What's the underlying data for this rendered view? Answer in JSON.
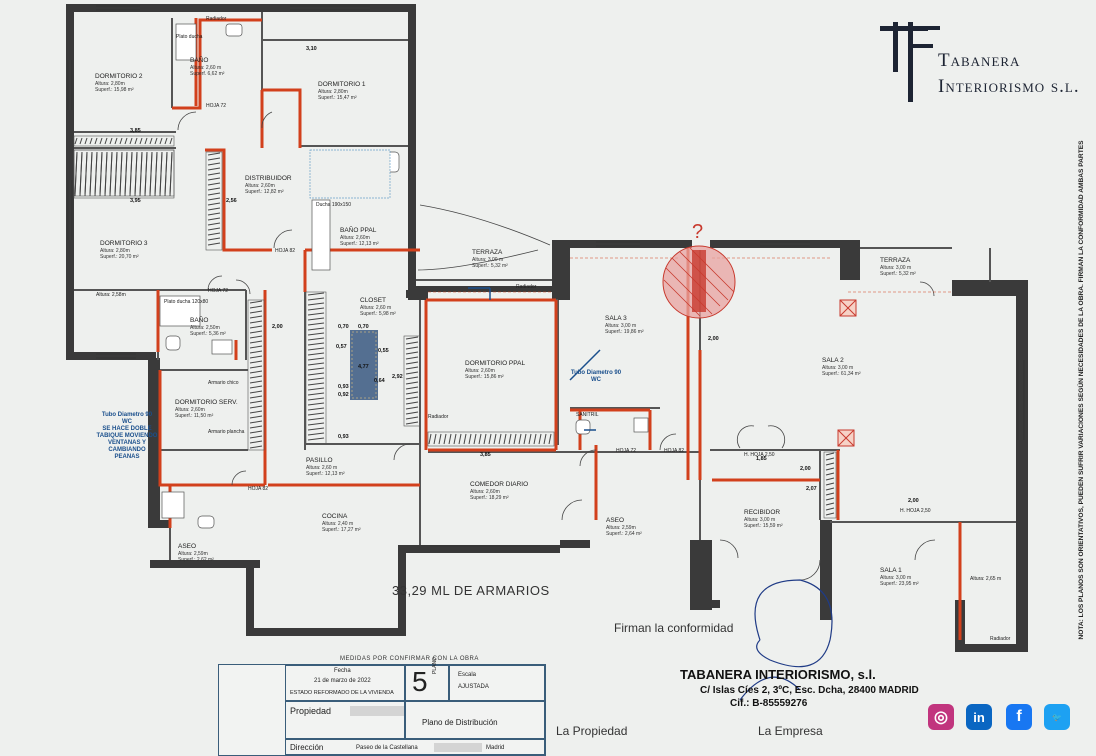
{
  "brand": {
    "line1": "Tabanera",
    "line2": "Interiorismo s.l."
  },
  "side_note": "NOTA: LOS PLANOS SON ORIENTATIVOS, PUEDEN SUFRIR VARIACIONES SEGÚN NECESIDADES DE LA OBRA. FIRMAN LA CONFORMIDAD AMBAS PARTES",
  "rooms": [
    {
      "name": "DORMITORIO 2",
      "details": [
        "Altura: 2,80m",
        "Superf.: 15,98 m²"
      ]
    },
    {
      "name": "BAÑO",
      "details": [
        "Altura: 2,60 m",
        "Superf. 6,62 m²"
      ]
    },
    {
      "name": "DORMITORIO 1",
      "details": [
        "Altura: 2,80m",
        "Superf.: 15,47 m²"
      ]
    },
    {
      "name": "DISTRIBUIDOR",
      "details": [
        "Altura: 2,60m",
        "Superf.: 12,82 m²"
      ]
    },
    {
      "name": "DORMITORIO 3",
      "details": [
        "Altura: 2,80m",
        "Superf.: 20,70 m²"
      ]
    },
    {
      "name": "BAÑO PPAL",
      "details": [
        "Altura: 2,60m",
        "Superf.: 12,13 m²"
      ]
    },
    {
      "name": "TERRAZA",
      "details": [
        "Altura: 3,00 m",
        "Superf.: 5,32 m²"
      ]
    },
    {
      "name": "CLOSET",
      "details": [
        "Altura: 2,60 m",
        "Superf.: 5,98 m²"
      ]
    },
    {
      "name": "BAÑO",
      "details": [
        "Altura: 2,50m",
        "Superf.: 5,36 m²"
      ]
    },
    {
      "name": "DORMITORIO SERV.",
      "details": [
        "Altura: 2,60m",
        "Superf.: 11,50 m²"
      ]
    },
    {
      "name": "DORMITORIO PPAL",
      "details": [
        "Altura: 2,60m",
        "Superf.: 15,86 m²"
      ]
    },
    {
      "name": "SALA 3",
      "details": [
        "Altura: 3,00 m",
        "Superf.: 19,86 m²"
      ]
    },
    {
      "name": "SALA 2",
      "details": [
        "Altura: 3,00 m",
        "Superf.: 61,34 m²"
      ]
    },
    {
      "name": "TERRAZA",
      "details": [
        "Altura: 3,00 m",
        "Superf.: 5,32 m²"
      ]
    },
    {
      "name": "PASILLO",
      "details": [
        "Altura: 2,60 m",
        "Superf.: 12,13 m²"
      ]
    },
    {
      "name": "COMEDOR DIARIO",
      "details": [
        "Altura: 2,60m",
        "Superf.: 18,29 m²"
      ]
    },
    {
      "name": "COCINA",
      "details": [
        "Altura: 2,40 m",
        "Superf.: 17,27 m²"
      ]
    },
    {
      "name": "ASEO",
      "details": [
        "Altura: 2,59m",
        "Superf.: 2,64 m²"
      ]
    },
    {
      "name": "RECIBIDOR",
      "details": [
        "Altura: 3,00 m",
        "Superf.: 15,59 m²"
      ]
    },
    {
      "name": "SALA 1",
      "details": [
        "Altura: 3,00 m",
        "Superf.: 23,95 m²"
      ]
    },
    {
      "name": "ASEO",
      "details": [
        "Altura: 2,59m",
        "Superf.: 2,62 m²"
      ]
    }
  ],
  "labels": {
    "radiador": "Radiador",
    "hoja72": "HOJA 72",
    "hoja82": "HOJA 82",
    "hoja250": "H. HOJA 2,50",
    "ducha": "Ducha 190x150",
    "plato_ducha": "Plato ducha 120x80",
    "plato_ducha2": "Plato ducha",
    "sanitril": "SANITRIL",
    "armario_chico": "Armario chico",
    "armario_plancha": "Armario plancha",
    "altura258": "Altura: 2,58m",
    "altura265": "Altura: 2,65 m",
    "question": "?"
  },
  "dims": [
    "3,10",
    "3,85",
    "3,95",
    "2,56",
    "2,00",
    "3,85",
    "2,00",
    "1,85",
    "2,07",
    "2,00",
    "2,00",
    "4,77",
    "0,70",
    "0,70",
    "0,57",
    "0,93",
    "0,93",
    "0,55",
    "2,92",
    "0,64",
    "0,92"
  ],
  "notes": {
    "tubo_left": [
      "Tubo Diametro 90",
      "WC",
      "SE HACE DOBLE",
      "TABIQUE MOVIENDO",
      "VENTANAS Y",
      "CAMBIANDO",
      "PEANAS"
    ],
    "tubo_right": [
      "Tubo Diametro 90",
      "WC"
    ]
  },
  "armarios": "33,29 ML DE ARMARIOS",
  "firman": "Firman la conformidad",
  "company": {
    "name": "TABANERA INTERIORISMO, s.l.",
    "address": "C/ Islas Cíes 2, 3ºC, Esc. Dcha, 28400 MADRID",
    "cif": "Cif.: B-85559276"
  },
  "sign_labels": {
    "propiedad": "La Propiedad",
    "empresa": "La Empresa"
  },
  "title_block": {
    "medidas": "MEDIDAS POR CONFIRMAR CON LA OBRA",
    "fecha_label": "Fecha",
    "fecha": "21 de marzo de 2022",
    "proyecto": "ESTADO REFORMADO DE LA VIVIENDA",
    "plano_num": "5",
    "plano_label": "PLANO",
    "escala_label": "Escala",
    "escala": "AJUSTADA",
    "propiedad_label": "Propiedad",
    "plano_desc": "Plano de Distribución",
    "direccion_label": "Dirección",
    "direccion": "Paseo de la Castellana",
    "ciudad": "Madrid"
  },
  "colors": {
    "wall": "#3a3a3a",
    "new_wall": "#d2401c",
    "note": "#1a4f8c",
    "instagram": "#c1357e",
    "linkedin": "#0a66c2",
    "facebook": "#1877f2",
    "twitter": "#1da1f2"
  },
  "social": [
    "instagram-icon",
    "linkedin-icon",
    "facebook-icon",
    "twitter-icon"
  ]
}
